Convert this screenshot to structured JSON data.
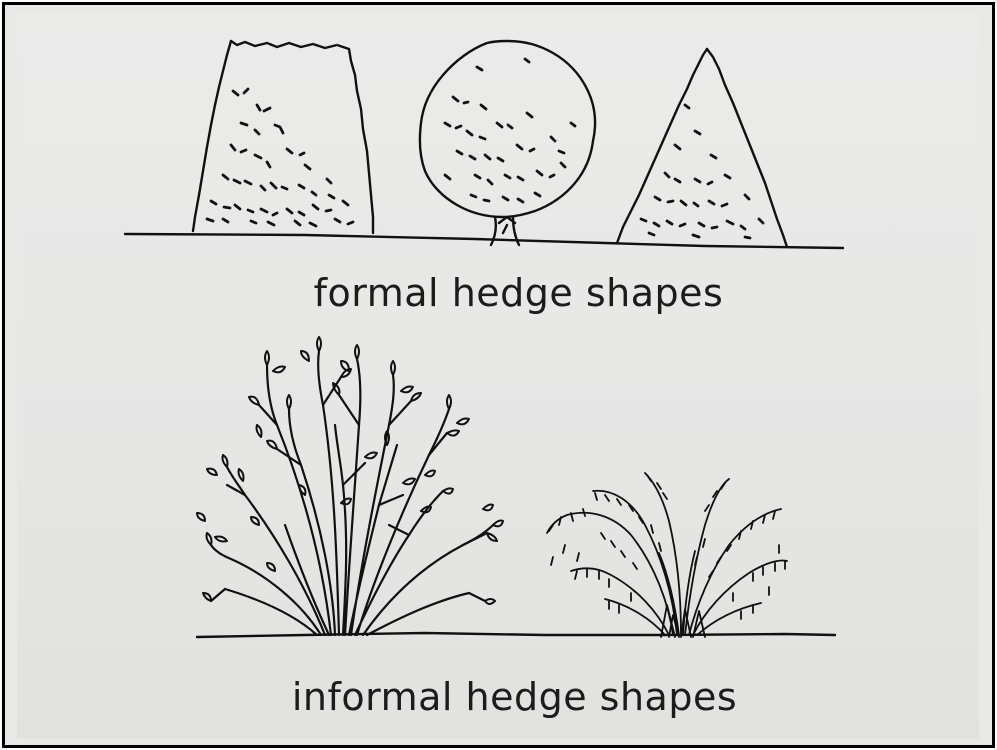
{
  "figure": {
    "formal_caption": "formal hedge shapes",
    "informal_caption": "informal hedge shapes",
    "formal_shapes": [
      "trapezoid",
      "round",
      "pyramid"
    ],
    "informal_shapes": [
      "loose-branching-shrub",
      "weeping-fine-shrub"
    ]
  }
}
